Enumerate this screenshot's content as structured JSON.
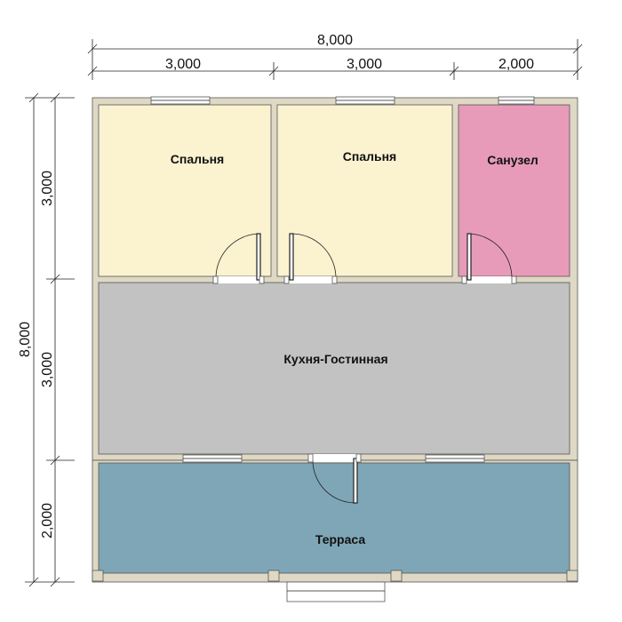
{
  "dimensions": {
    "top_total": "8,000",
    "top_segments": [
      "3,000",
      "3,000",
      "2,000"
    ],
    "left_total": "8,000",
    "left_segments": [
      "3,000",
      "3,000",
      "2,000"
    ]
  },
  "rooms": {
    "bedroom_left": "Спальня",
    "bedroom_middle": "Спальня",
    "bathroom": "Санузел",
    "kitchen_living": "Кухня-Гостинная",
    "terrace": "Терраса"
  },
  "colors": {
    "bedroom": "#fbf2d0",
    "bathroom": "#e89bb8",
    "kitchen_living": "#c2c2c2",
    "terrace": "#7fa6b6",
    "wall": "#ded8c4"
  }
}
